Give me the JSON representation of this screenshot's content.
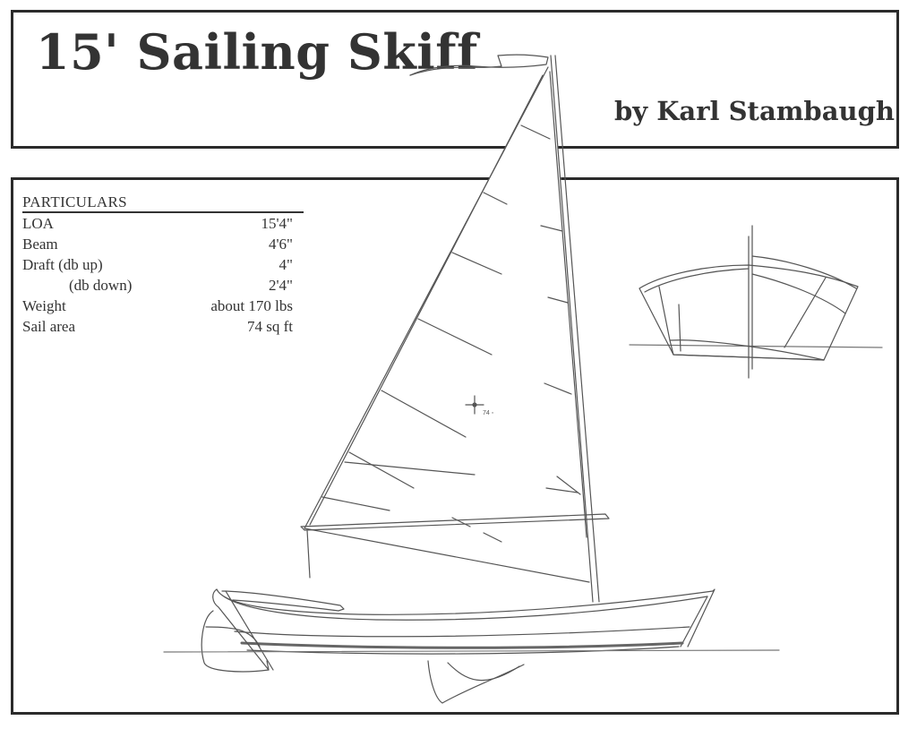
{
  "title": "15' Sailing Skiff",
  "byline": "by Karl Stambaugh",
  "particulars": {
    "heading": "PARTICULARS",
    "rows": [
      {
        "label": "LOA",
        "value": "15'4\""
      },
      {
        "label": "Beam",
        "value": "4'6\""
      },
      {
        "label": "Draft (db up)",
        "value": "4\""
      },
      {
        "label": "(db down)",
        "value": "2'4\""
      },
      {
        "label": "Weight",
        "value": "about 170 lbs"
      },
      {
        "label": "Sail area",
        "value": "74 sq ft"
      }
    ]
  },
  "sail_center_label": "74 ◦"
}
